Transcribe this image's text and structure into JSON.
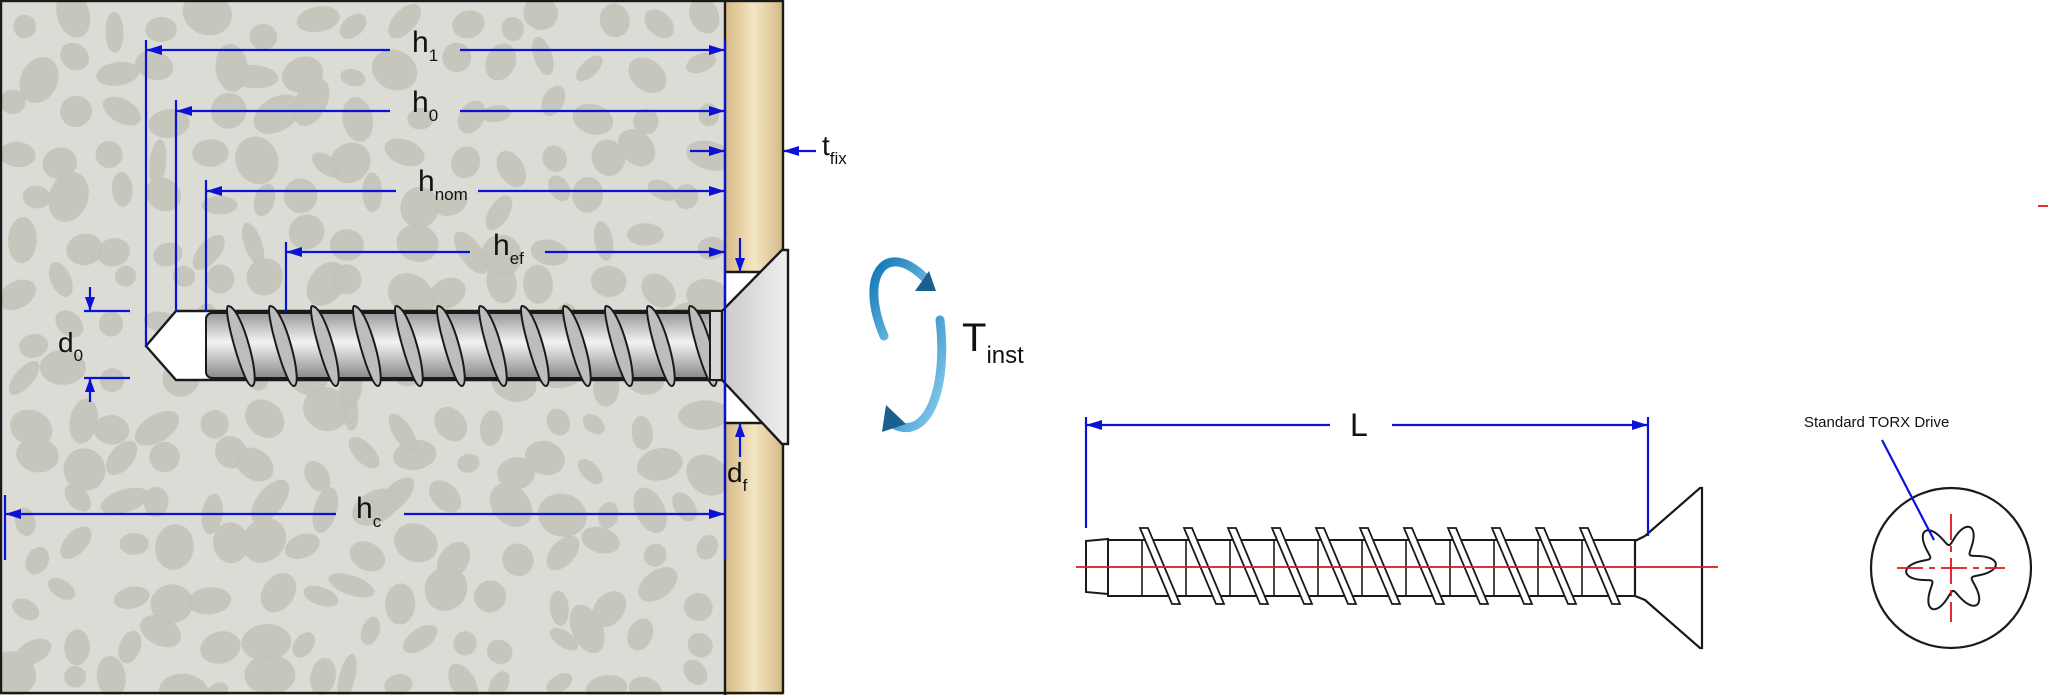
{
  "labels": {
    "h1": {
      "main": "h",
      "sub": "1"
    },
    "h0": {
      "main": "h",
      "sub": "0"
    },
    "hnom": {
      "main": "h",
      "sub": "nom"
    },
    "hef": {
      "main": "h",
      "sub": "ef"
    },
    "hc": {
      "main": "h",
      "sub": "c"
    },
    "d0": {
      "main": "d",
      "sub": "0"
    },
    "df": {
      "main": "d",
      "sub": "f"
    },
    "tfix": {
      "main": "t",
      "sub": "fix"
    },
    "tinst": {
      "main": "T",
      "sub": "inst"
    },
    "L": "L",
    "torx": "Standard TORX Drive"
  },
  "colors": {
    "concrete": "#dcdcd6",
    "aggregate": "#c3c3b9",
    "fixture_light": "#f4e6c4",
    "fixture_dark": "#d5b985",
    "dimension": "#0a12d8",
    "centerline": "#e0141c",
    "torque_arrow": "#1b8fcf"
  }
}
